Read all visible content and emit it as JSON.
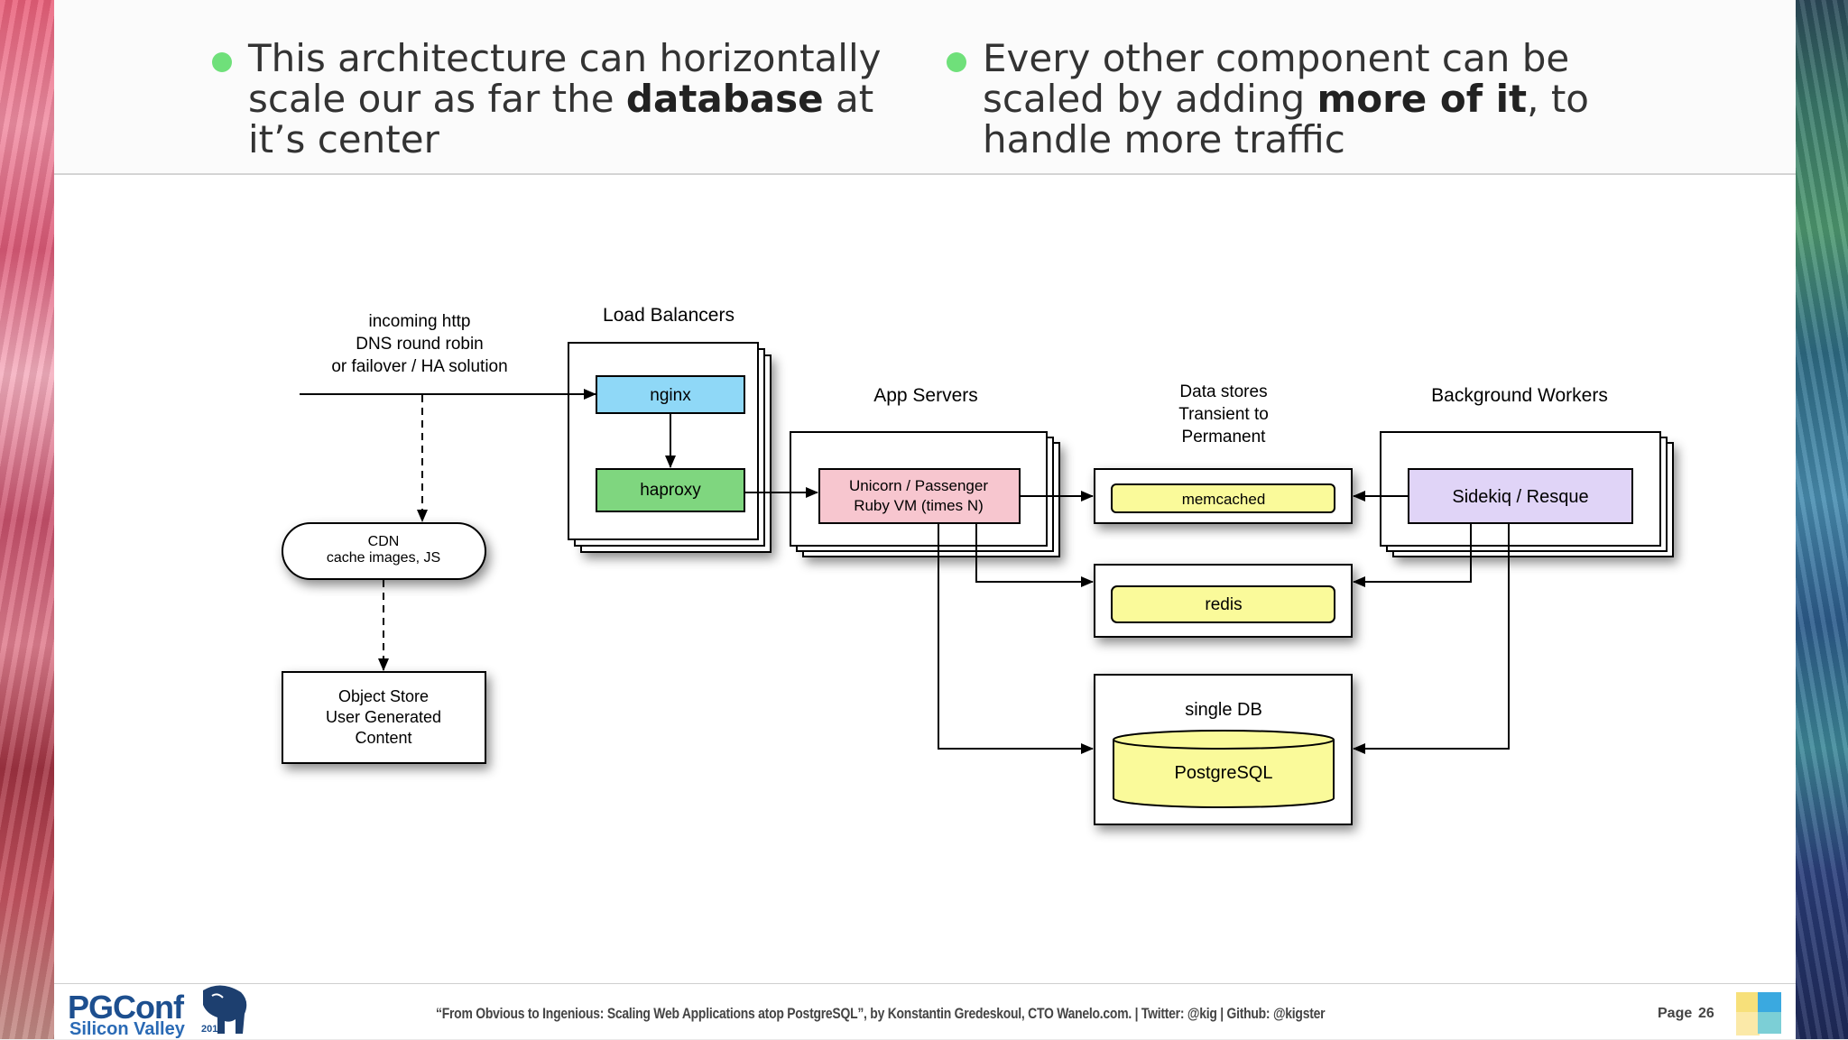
{
  "bullets": [
    {
      "before": "This architecture can horizontally scale our as far the ",
      "bold": "database",
      "after": " at it’s center"
    },
    {
      "before": "Every other component can be scaled by adding ",
      "bold": "more of it",
      "after": ", to handle more traffic"
    }
  ],
  "diagram": {
    "incoming": {
      "line1": "incoming http",
      "line2": "DNS round robin",
      "line3": "or failover / HA solution"
    },
    "cdn": {
      "line1": "CDN",
      "line2": "cache images, JS"
    },
    "object_store": {
      "line1": "Object Store",
      "line2": "User Generated",
      "line3": "Content"
    },
    "load_balancers": {
      "title": "Load Balancers",
      "nginx": "nginx",
      "haproxy": "haproxy"
    },
    "app_servers": {
      "title": "App Servers",
      "line1": "Unicorn / Passenger",
      "line2": "Ruby VM (times N)"
    },
    "data_stores": {
      "title1": "Data stores",
      "title2": "Transient to",
      "title3": "Permanent",
      "memcached": "memcached",
      "redis": "redis",
      "db_title": "single DB",
      "postgres": "PostgreSQL"
    },
    "background_workers": {
      "title": "Background Workers",
      "label": "Sidekiq / Resque"
    }
  },
  "colors": {
    "nginx": "#8fd8f7",
    "haproxy": "#7fd67f",
    "app": "#f7c6cf",
    "stores": "#fafa9a",
    "workers": "#e0d4f7",
    "bullet_dot": "#6fe07a"
  },
  "footer": {
    "citation": "“From Obvious to Ingenious: Scaling Web Applications atop PostgreSQL”, by Konstantin Gredeskoul, CTO Wanelo.com. | Twitter: @kig | Github: @kigster",
    "page_label": "Page",
    "page_number": "26"
  },
  "logo": {
    "name": "PGConf",
    "location": "Silicon Valley",
    "year": "2015"
  }
}
